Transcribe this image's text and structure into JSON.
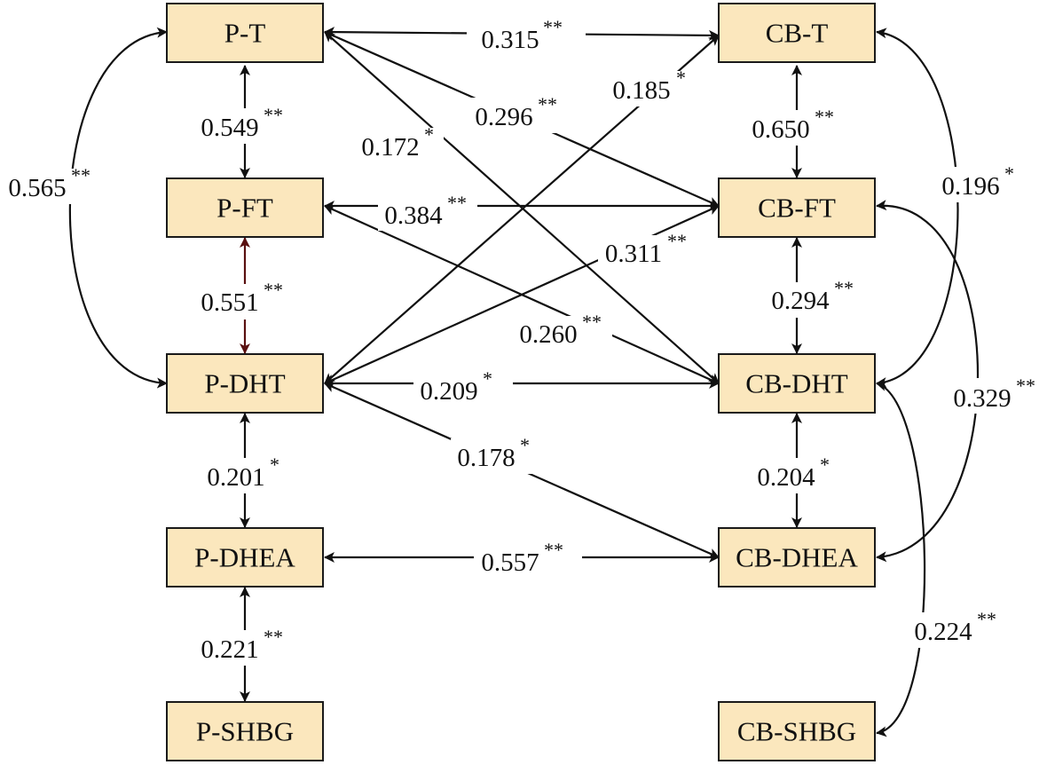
{
  "colors": {
    "node_fill": "#fbe7bd",
    "node_stroke": "#1a1a1a",
    "edge": "#111111",
    "edge_dark_red": "#5a1010"
  },
  "nodes": {
    "p_t": "P-T",
    "p_ft": "P-FT",
    "p_dht": "P-DHT",
    "p_dhea": "P-DHEA",
    "p_shbg": "P-SHBG",
    "cb_t": "CB-T",
    "cb_ft": "CB-FT",
    "cb_dht": "CB-DHT",
    "cb_dhea": "CB-DHEA",
    "cb_shbg": "CB-SHBG"
  },
  "edges": [
    {
      "id": "pt-cbt",
      "from": "P-T",
      "to": "CB-T",
      "value": "0.315",
      "sig": "**"
    },
    {
      "id": "pt-pft",
      "from": "P-T",
      "to": "P-FT",
      "value": "0.549",
      "sig": "**"
    },
    {
      "id": "pt-pdht",
      "from": "P-T",
      "to": "P-DHT",
      "value": "0.565",
      "sig": "**"
    },
    {
      "id": "pt-cbft",
      "from": "P-T",
      "to": "CB-FT",
      "value": "0.296",
      "sig": "**"
    },
    {
      "id": "pt-cbdht",
      "from": "P-T",
      "to": "CB-DHT",
      "value": "0.172",
      "sig": "*"
    },
    {
      "id": "pdht-cbt",
      "from": "P-DHT",
      "to": "CB-T",
      "value": "0.185",
      "sig": "*"
    },
    {
      "id": "pft-cbft",
      "from": "P-FT",
      "to": "CB-FT",
      "value": "0.384",
      "sig": "**"
    },
    {
      "id": "pdht-cbft",
      "from": "P-DHT",
      "to": "CB-FT",
      "value": "0.311",
      "sig": "**"
    },
    {
      "id": "pft-pdht",
      "from": "P-FT",
      "to": "P-DHT",
      "value": "0.551",
      "sig": "**"
    },
    {
      "id": "pft-cbdht",
      "from": "P-FT",
      "to": "CB-DHT",
      "value": "0.260",
      "sig": "**"
    },
    {
      "id": "pdht-cbdht",
      "from": "P-DHT",
      "to": "CB-DHT",
      "value": "0.209",
      "sig": "*"
    },
    {
      "id": "pdht-cbdhea",
      "from": "P-DHT",
      "to": "CB-DHEA",
      "value": "0.178",
      "sig": "*"
    },
    {
      "id": "pdht-pdhea",
      "from": "P-DHT",
      "to": "P-DHEA",
      "value": "0.201",
      "sig": "*"
    },
    {
      "id": "pdhea-cbdhea",
      "from": "P-DHEA",
      "to": "CB-DHEA",
      "value": "0.557",
      "sig": "**"
    },
    {
      "id": "pdhea-pshbg",
      "from": "P-DHEA",
      "to": "P-SHBG",
      "value": "0.221",
      "sig": "**"
    },
    {
      "id": "cbt-cbft",
      "from": "CB-T",
      "to": "CB-FT",
      "value": "0.650",
      "sig": "**"
    },
    {
      "id": "cbt-cbdht",
      "from": "CB-T",
      "to": "CB-DHT",
      "value": "0.196",
      "sig": "*"
    },
    {
      "id": "cbft-cbdht",
      "from": "CB-FT",
      "to": "CB-DHT",
      "value": "0.294",
      "sig": "**"
    },
    {
      "id": "cbft-cbdhea",
      "from": "CB-FT",
      "to": "CB-DHEA",
      "value": "0.329",
      "sig": "**"
    },
    {
      "id": "cbdht-cbdhea",
      "from": "CB-DHT",
      "to": "CB-DHEA",
      "value": "0.204",
      "sig": "*"
    },
    {
      "id": "cbdht-cbshbg",
      "from": "CB-DHT",
      "to": "CB-SHBG",
      "value": "0.224",
      "sig": "**"
    }
  ]
}
